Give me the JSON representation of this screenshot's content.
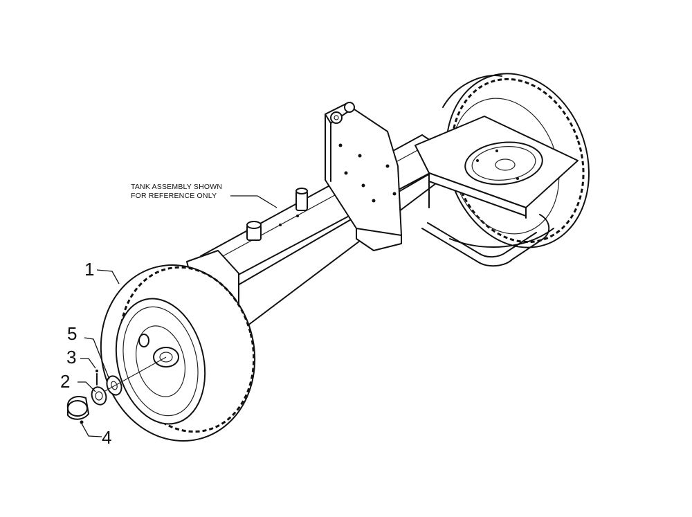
{
  "note": {
    "line1": "TANK ASSEMBLY SHOWN",
    "line2": "FOR REFERENCE ONLY"
  },
  "callouts": [
    {
      "id": "1"
    },
    {
      "id": "2"
    },
    {
      "id": "3"
    },
    {
      "id": "4"
    },
    {
      "id": "5"
    }
  ]
}
